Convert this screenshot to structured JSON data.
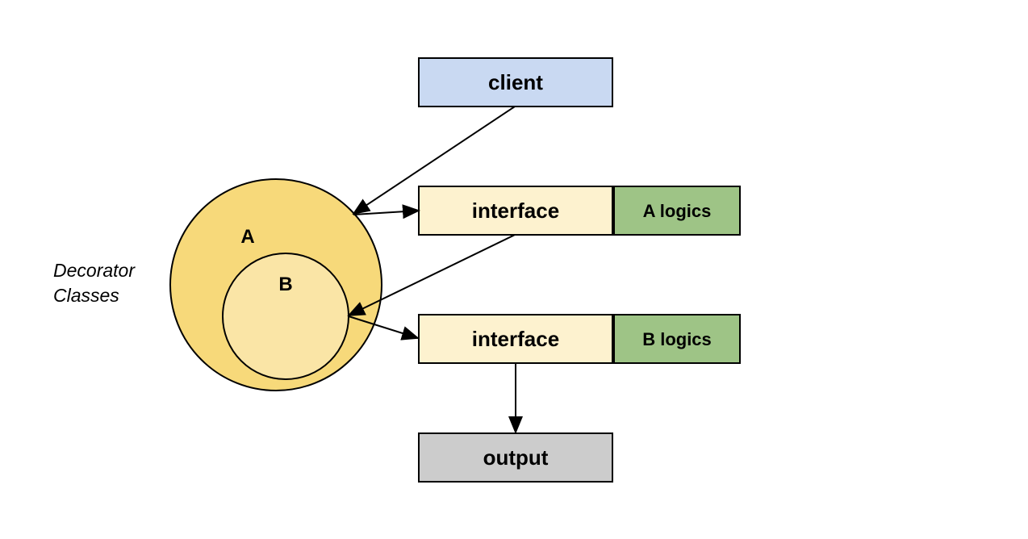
{
  "nodes": {
    "client": {
      "label": "client",
      "color": "#c9d9f2"
    },
    "interface_a": {
      "label": "interface",
      "color": "#fdf2cf"
    },
    "logic_a": {
      "label": "A logics",
      "color": "#9ec486"
    },
    "interface_b": {
      "label": "interface",
      "color": "#fdf2cf"
    },
    "logic_b": {
      "label": "B logics",
      "color": "#9ec486"
    },
    "output": {
      "label": "output",
      "color": "#cccccc"
    }
  },
  "decorators": {
    "outer": {
      "label": "A",
      "color": "#f7d97a"
    },
    "inner": {
      "label": "B",
      "color": "#fae5a6"
    },
    "caption_line1": "Decorator",
    "caption_line2": "Classes"
  },
  "edges": [
    {
      "from": "client",
      "to": "decorator-a"
    },
    {
      "from": "decorator-a",
      "to": "interface_a"
    },
    {
      "from": "interface_a",
      "to": "decorator-b"
    },
    {
      "from": "decorator-b",
      "to": "interface_b"
    },
    {
      "from": "interface_b",
      "to": "output"
    }
  ]
}
